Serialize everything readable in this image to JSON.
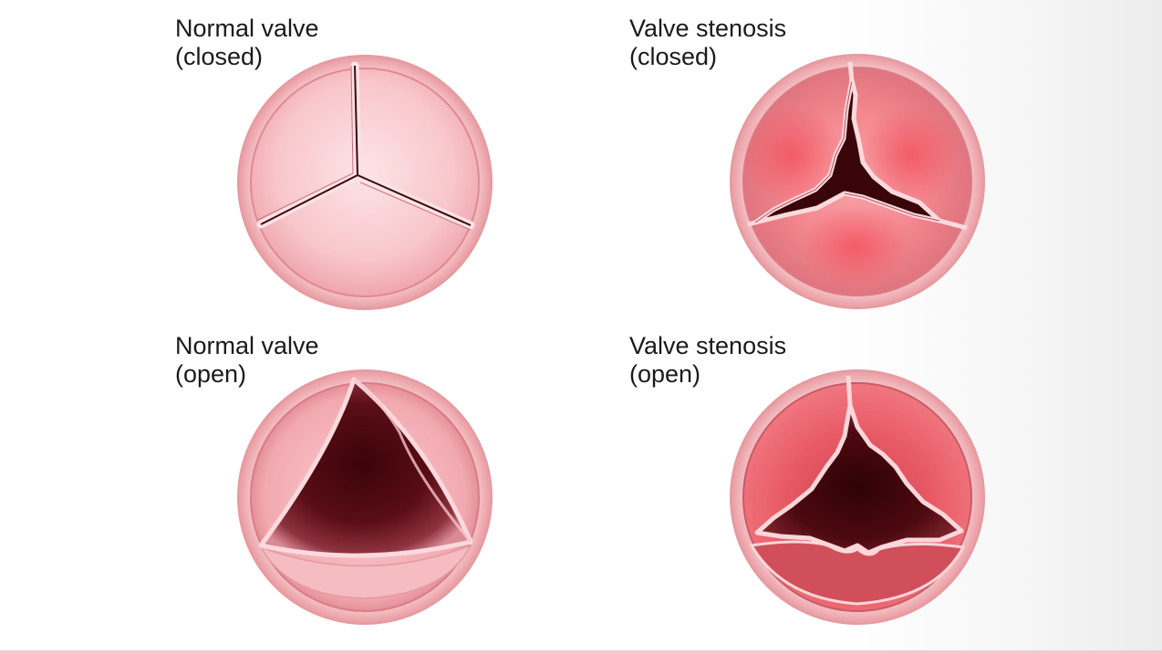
{
  "panels": {
    "normal_closed": {
      "line1": "Normal valve",
      "line2": "(closed)"
    },
    "stenosis_closed": {
      "line1": "Valve stenosis",
      "line2": "(closed)"
    },
    "normal_open": {
      "line1": "Normal valve",
      "line2": "(open)"
    },
    "stenosis_open": {
      "line1": "Valve stenosis",
      "line2": "(open)"
    }
  },
  "colors": {
    "ring": "#f6c3c5",
    "ring_edge": "#e79aa0",
    "leaflet_light": "#fde0e2",
    "leaflet_mid": "#f6b7bc",
    "leaflet_inflamed": "#f4727a",
    "opening_dark": "#3d0108",
    "opening_mid": "#7a1520"
  }
}
